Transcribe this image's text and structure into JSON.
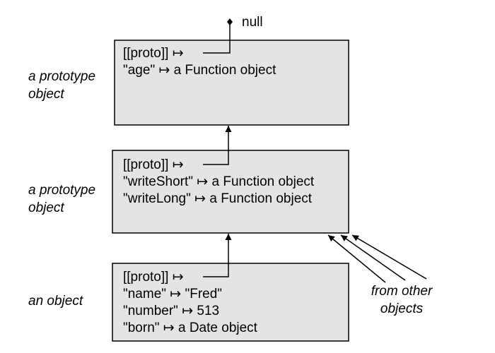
{
  "null_label": "null",
  "side_labels": [
    [
      "a prototype",
      "object"
    ],
    [
      "a prototype",
      "object"
    ],
    [
      "an object"
    ]
  ],
  "boxes": [
    {
      "lines": [
        "[[proto]] ↦",
        "\"age\" ↦ a Function object"
      ]
    },
    {
      "lines": [
        "[[proto]] ↦",
        "\"writeShort\" ↦ a Function object",
        "\"writeLong\" ↦ a Function object"
      ]
    },
    {
      "lines": [
        "[[proto]] ↦",
        "\"name\" ↦ \"Fred\"",
        "\"number\" ↦ 513",
        "\"born\" ↦ a Date object"
      ]
    }
  ],
  "other_objects_label": [
    "from other",
    "objects"
  ],
  "colors": {
    "box_fill": "#e4e4e4",
    "stroke": "#000000"
  }
}
